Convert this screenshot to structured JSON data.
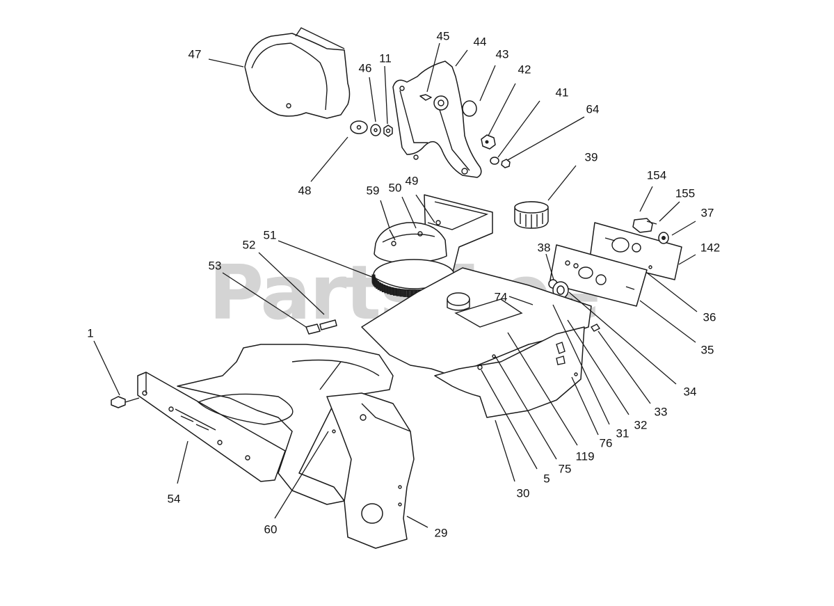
{
  "watermark": {
    "text": "PartsTree",
    "mark": "TM"
  },
  "callouts": [
    {
      "id": "47",
      "label": "47"
    },
    {
      "id": "45",
      "label": "45"
    },
    {
      "id": "44",
      "label": "44"
    },
    {
      "id": "46",
      "label": "46"
    },
    {
      "id": "11",
      "label": "11"
    },
    {
      "id": "43",
      "label": "43"
    },
    {
      "id": "42",
      "label": "42"
    },
    {
      "id": "41",
      "label": "41"
    },
    {
      "id": "64",
      "label": "64"
    },
    {
      "id": "48",
      "label": "48"
    },
    {
      "id": "39",
      "label": "39"
    },
    {
      "id": "59",
      "label": "59"
    },
    {
      "id": "50",
      "label": "50"
    },
    {
      "id": "49",
      "label": "49"
    },
    {
      "id": "154",
      "label": "154"
    },
    {
      "id": "155",
      "label": "155"
    },
    {
      "id": "37",
      "label": "37"
    },
    {
      "id": "51",
      "label": "51"
    },
    {
      "id": "52",
      "label": "52"
    },
    {
      "id": "38",
      "label": "38"
    },
    {
      "id": "142",
      "label": "142"
    },
    {
      "id": "53",
      "label": "53"
    },
    {
      "id": "74",
      "label": "74"
    },
    {
      "id": "36",
      "label": "36"
    },
    {
      "id": "1",
      "label": "1"
    },
    {
      "id": "35",
      "label": "35"
    },
    {
      "id": "34",
      "label": "34"
    },
    {
      "id": "33",
      "label": "33"
    },
    {
      "id": "32",
      "label": "32"
    },
    {
      "id": "31",
      "label": "31"
    },
    {
      "id": "76",
      "label": "76"
    },
    {
      "id": "119",
      "label": "119"
    },
    {
      "id": "75",
      "label": "75"
    },
    {
      "id": "5",
      "label": "5"
    },
    {
      "id": "30",
      "label": "30"
    },
    {
      "id": "54",
      "label": "54"
    },
    {
      "id": "60",
      "label": "60"
    },
    {
      "id": "29",
      "label": "29"
    }
  ]
}
